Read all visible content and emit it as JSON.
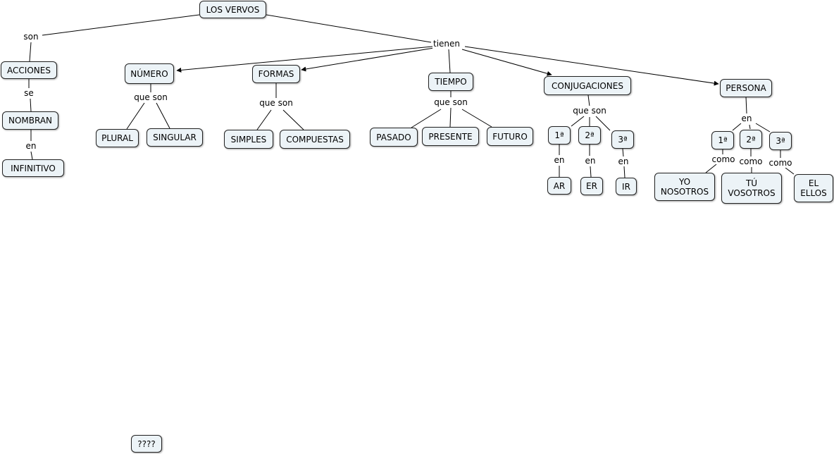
{
  "nodes": {
    "root": "LOS VERVOS",
    "acciones": "ACCIONES",
    "nombran": "NOMBRAN",
    "infinitivo": "INFINITIVO",
    "numero": "NÚMERO",
    "plural": "PLURAL",
    "singular": "SINGULAR",
    "formas": "FORMAS",
    "simples": "SIMPLES",
    "compuestas": "COMPUESTAS",
    "tiempo": "TIEMPO",
    "pasado": "PASADO",
    "presente": "PRESENTE",
    "futuro": "FUTURO",
    "conjugaciones": "CONJUGACIONES",
    "conj1": "1ª",
    "conj2": "2ª",
    "conj3": "3ª",
    "ar": "AR",
    "er": "ER",
    "ir": "IR",
    "persona": "PERSONA",
    "pers1": "1ª",
    "pers2": "2ª",
    "pers3": "3ª",
    "yo": "YO\nNOSOTROS",
    "tu": "TÚ\nVOSOTROS",
    "el": "EL\nELLOS",
    "unknown": "????"
  },
  "links": {
    "son": "son",
    "tienen": "tienen",
    "se": "se",
    "en_nombran": "en",
    "que_son_numero": "que son",
    "que_son_formas": "que son",
    "que_son_tiempo": "que son",
    "que_son_conj": "que son",
    "en_conj1": "en",
    "en_conj2": "en",
    "en_conj3": "en",
    "en_persona": "en",
    "como1": "como",
    "como2": "como",
    "como3": "como"
  }
}
